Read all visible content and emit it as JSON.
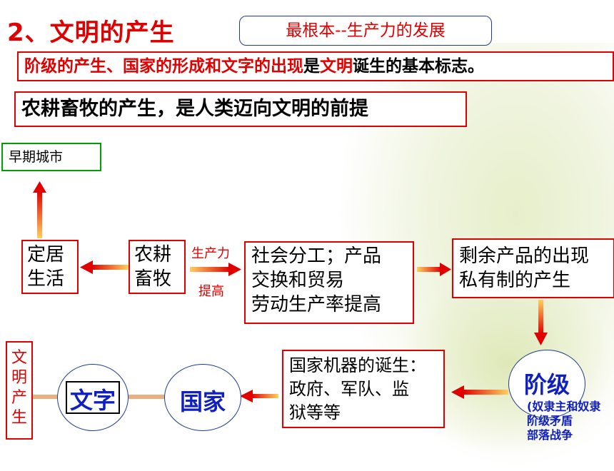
{
  "title": "2、文明的产生",
  "subtitle": "最根本--生产力的发展",
  "sign": {
    "part1": "阶级的产生、国家的形成和文字的出现",
    "part2": "是",
    "part3": "文明",
    "part4": "诞生的基本标志。"
  },
  "premise": "农耕畜牧的产生，是人类迈向文明的前提",
  "early_city": "早期城市",
  "settle": {
    "line1": "定居",
    "line2": "生活"
  },
  "farming": {
    "line1": "农耕",
    "line2": "畜牧"
  },
  "productivity_label": {
    "top": "生产力",
    "bottom": "提高"
  },
  "division": {
    "line1": "社会分工；产品",
    "line2": "交换和贸易",
    "line3": "劳动生产率提高"
  },
  "surplus": {
    "line1": "剩余产品的出现",
    "line2": "私有制的产生"
  },
  "class_circle": "阶级",
  "class_note": {
    "line1": "(奴隶主和奴隶",
    "line2": "阶级矛盾",
    "line3": "部落战争"
  },
  "state_machine": {
    "line1": "国家机器的诞生：",
    "line2": "政府、军队、监",
    "line3": "狱等等"
  },
  "state_circle": "国家",
  "writing_circle": "文字",
  "civilization": [
    "文",
    "明",
    "产",
    "生"
  ],
  "colors": {
    "red": "#e00000",
    "blue": "#1020c0",
    "navy": "#203c8c",
    "green": "#00a000"
  }
}
